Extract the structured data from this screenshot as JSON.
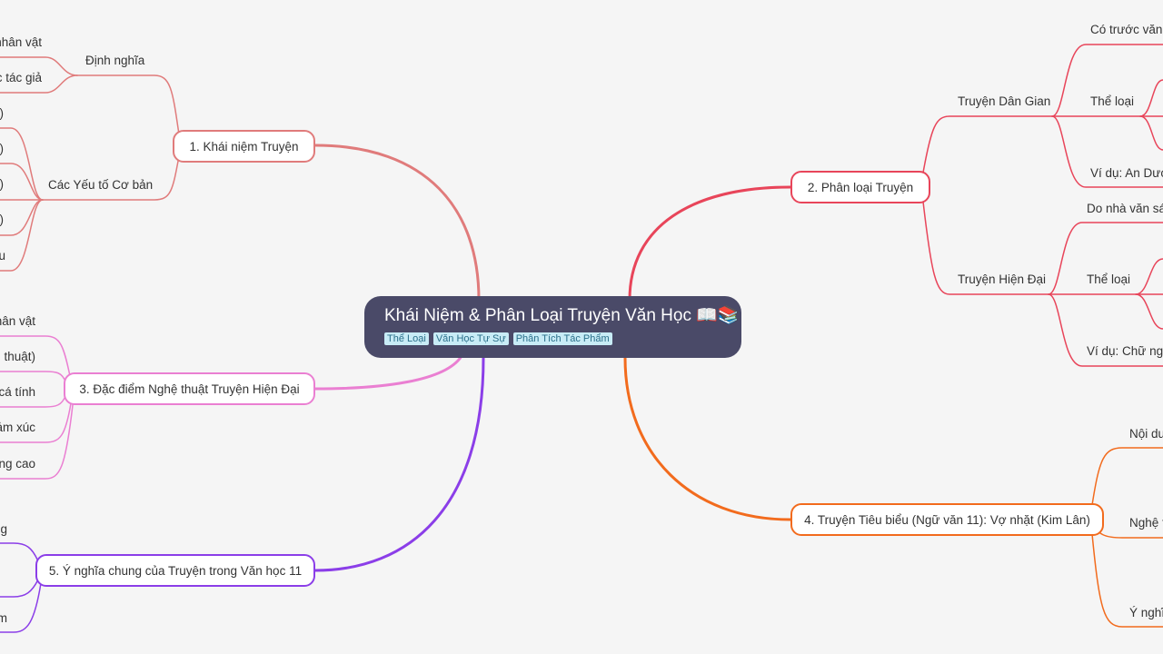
{
  "root": {
    "title": "Khái Niệm & Phân Loại Truyện Văn Học 📖📚",
    "tags": [
      "Thể Loại",
      "Văn Học Tự Sự",
      "Phân Tích Tác Phẩm"
    ]
  },
  "colors": {
    "branch1": "#e07b7b",
    "branch2": "#e8455a",
    "branch3": "#ea7fd2",
    "branch4": "#f26b1d",
    "branch5": "#8b3ee8",
    "root": "#4a4a68"
  },
  "branch1": {
    "label": "1. Khái niệm Truyện",
    "definition": {
      "label": "Định nghĩa",
      "children": [
        "nhân vật",
        "c tác giả"
      ]
    },
    "elements": {
      "label": "Các Yếu tố Cơ bản",
      "children": [
        "c)",
        "c)",
        "n)",
        ")",
        "u"
      ]
    }
  },
  "branch2": {
    "label": "2. Phân loại Truyện",
    "folk": {
      "label": "Truyện Dân Gian",
      "children": [
        "Có trước văn h",
        "Thể loại",
        "Ví dụ: An Dươ"
      ]
    },
    "modern": {
      "label": "Truyện Hiện Đại",
      "children": [
        "Do nhà văn sá",
        "Thể loại",
        "Ví dụ: Chữ ngu"
      ]
    }
  },
  "branch3": {
    "label": "3. Đặc điểm Nghệ thuật Truyện Hiện Đại",
    "children": [
      "hân vật",
      "thuật)",
      "cá tính",
      "ảm xúc",
      "ng cao"
    ]
  },
  "branch4": {
    "label": "4. Truyện Tiêu biểu (Ngữ văn 11): Vợ nhặt (Kim Lân)",
    "children": [
      "Nội du",
      "Nghệ t",
      "Ý nghĩ"
    ]
  },
  "branch5": {
    "label": "5. Ý nghĩa chung của Truyện trong Văn học 11",
    "children": [
      "g",
      "m"
    ]
  }
}
